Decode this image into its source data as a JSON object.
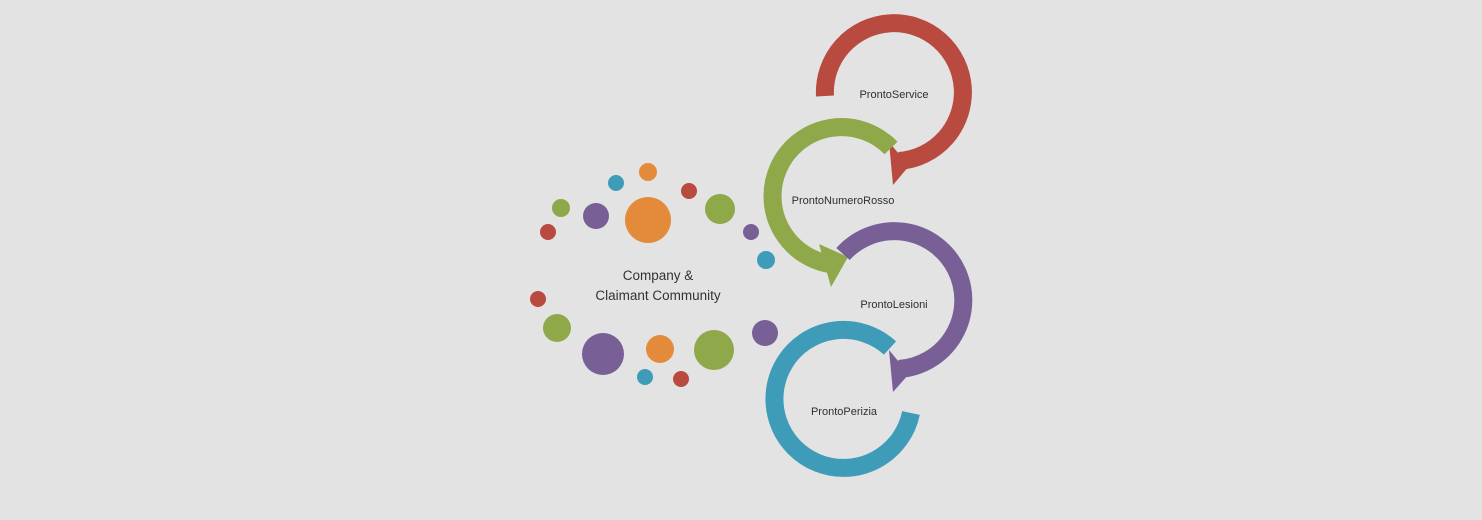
{
  "community": {
    "line1": "Company &",
    "line2": "Claimant Community"
  },
  "services": [
    {
      "label": "ProntoService",
      "color": "#b84a40"
    },
    {
      "label": "ProntoNumeroRosso",
      "color": "#8fa84a"
    },
    {
      "label": "ProntoLesioni",
      "color": "#785f96"
    },
    {
      "label": "ProntoPerizia",
      "color": "#3f9cb9"
    }
  ],
  "palette": {
    "red": "#b84a40",
    "green": "#8fa84a",
    "purple": "#785f96",
    "blue": "#3f9cb9",
    "orange": "#e38b3a",
    "background": "#e3e3e3"
  }
}
